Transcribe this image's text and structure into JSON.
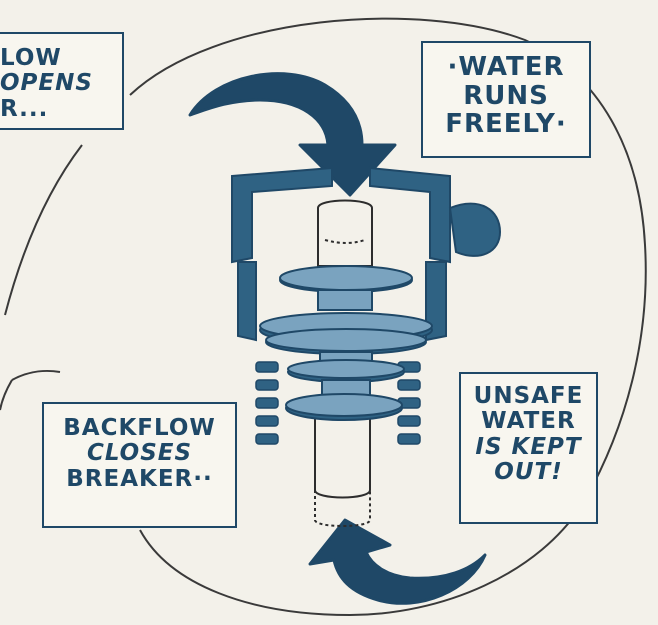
{
  "captions": {
    "top_left": {
      "lines": [
        "LOW",
        "OPENS",
        "R..."
      ]
    },
    "top_right": {
      "lines": [
        "·WATER",
        "RUNS",
        "FREELY·"
      ]
    },
    "bottom_left": {
      "lines": [
        "BACKFLOW",
        "CLOSES",
        "BREAKER··"
      ]
    },
    "bottom_right": {
      "lines": [
        "UNSAFE",
        "WATER",
        "IS KEPT",
        "OUT!"
      ]
    }
  },
  "colors": {
    "ink": "#1f4867",
    "paper": "#f3f1ea",
    "line": "#2d2d2d"
  },
  "icons": {
    "top_arrow": "curved-down-arrow-icon",
    "bottom_arrow": "curved-up-arrow-icon"
  }
}
